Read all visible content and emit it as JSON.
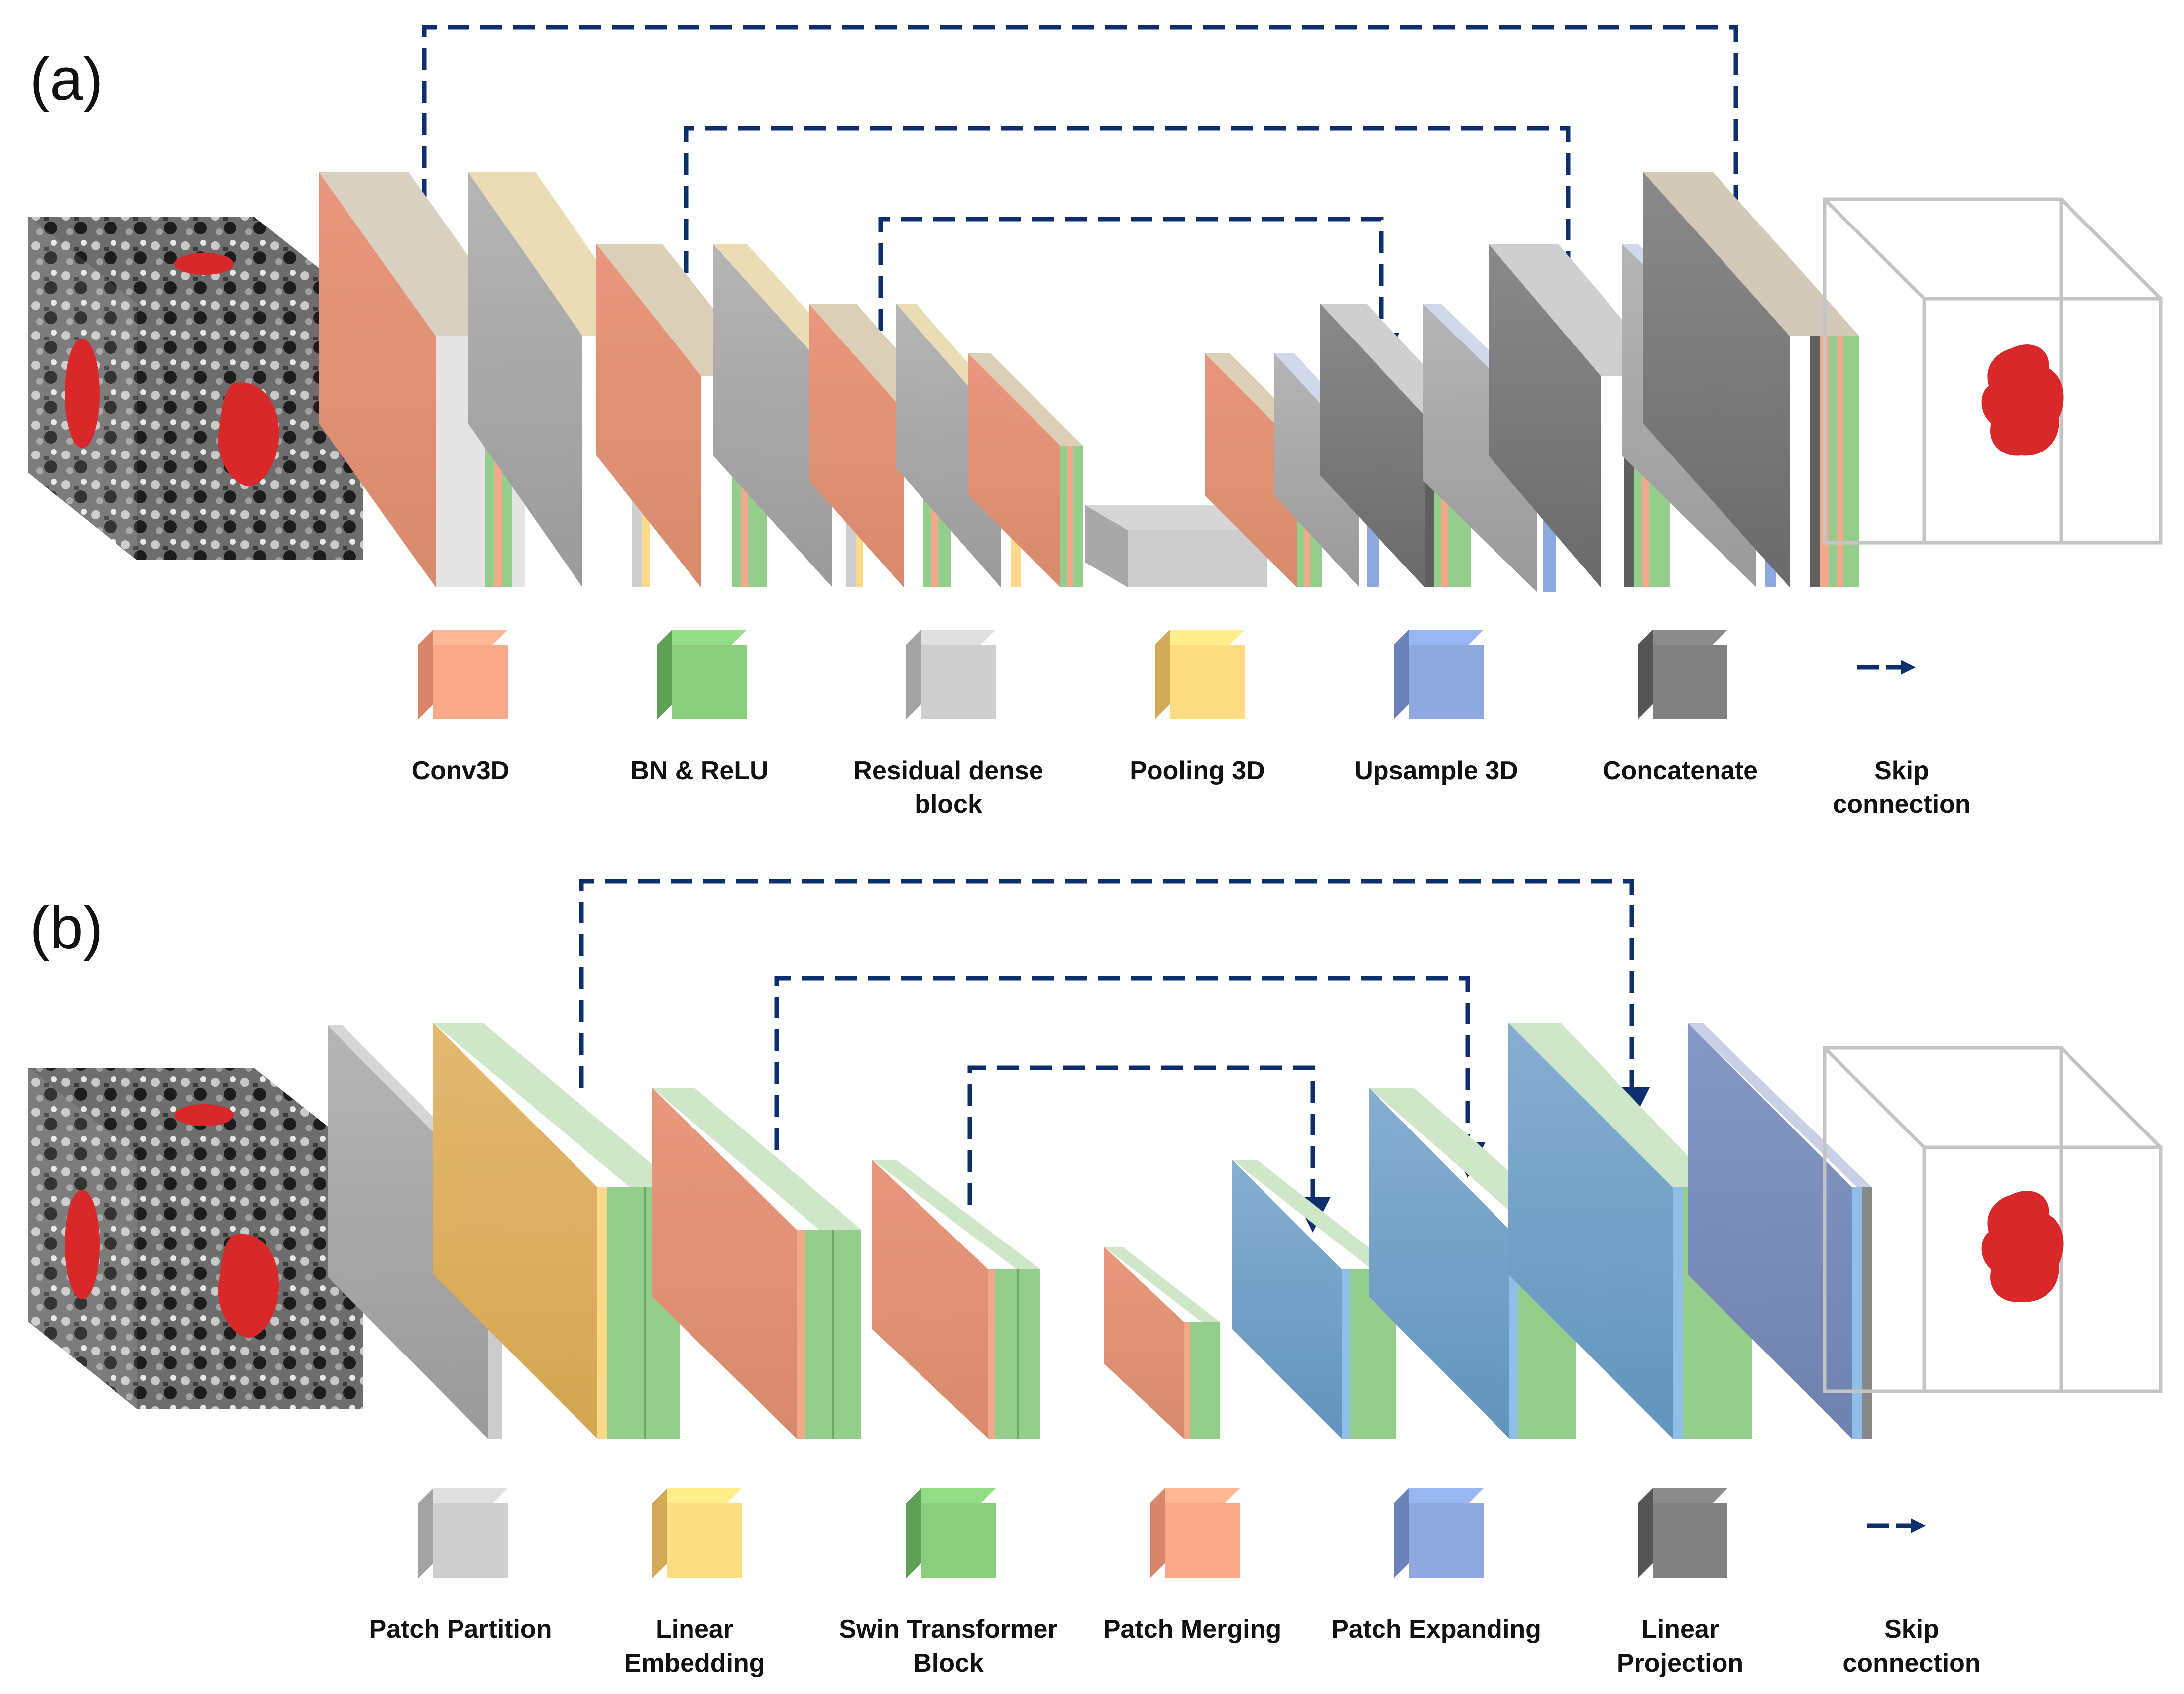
{
  "panels": [
    {
      "label": "(a)"
    },
    {
      "label": "(b)"
    }
  ],
  "colors": {
    "conv": "#e0937a",
    "bn": "#97cf8f",
    "gray": "#a9a9a9",
    "pool": "#fddc8a",
    "upsample": "#8ea8dc",
    "concat": "#7a7a7a",
    "patch_merging": "#e0937a",
    "linear_embedding": "#dcae5c",
    "patch_expanding": "#6e9ec8",
    "linear_projection": "#7a8fba",
    "skip": "#0d2f6e",
    "tumor": "#d8282a"
  },
  "legend_a": [
    {
      "name": "conv3d",
      "lines": [
        "Conv3D"
      ],
      "color": "#f9a98a",
      "side": "#d88569"
    },
    {
      "name": "bn-relu",
      "lines": [
        "BN & ReLU"
      ],
      "color": "#89cd7d",
      "side": "#5ea155"
    },
    {
      "name": "residual-dense-block",
      "lines": [
        "Residual dense",
        "block"
      ],
      "color": "#cfcfcf",
      "side": "#a3a3a3"
    },
    {
      "name": "pooling-3d",
      "lines": [
        "Pooling 3D"
      ],
      "color": "#fedc80",
      "side": "#d4aa58"
    },
    {
      "name": "upsample-3d",
      "lines": [
        "Upsample 3D"
      ],
      "color": "#8da9e0",
      "side": "#6a82b8"
    },
    {
      "name": "concatenate",
      "lines": [
        "Concatenate"
      ],
      "color": "#818181",
      "side": "#555555"
    },
    {
      "name": "skip-connection",
      "lines": [
        "Skip",
        "connection"
      ],
      "arrow": true
    }
  ],
  "legend_b": [
    {
      "name": "patch-partition",
      "lines": [
        "Patch Partition"
      ],
      "color": "#cfcfcf",
      "side": "#a3a3a3"
    },
    {
      "name": "linear-embedding",
      "lines": [
        "Linear",
        "Embedding"
      ],
      "color": "#fedc80",
      "side": "#d4aa58"
    },
    {
      "name": "swin-transformer-block",
      "lines": [
        "Swin Transformer",
        "Block"
      ],
      "color": "#89cd7d",
      "side": "#5ea155"
    },
    {
      "name": "patch-merging",
      "lines": [
        "Patch Merging"
      ],
      "color": "#f9a98a",
      "side": "#d88569"
    },
    {
      "name": "patch-expanding",
      "lines": [
        "Patch Expanding"
      ],
      "color": "#8da9e0",
      "side": "#6a82b8"
    },
    {
      "name": "linear-projection",
      "lines": [
        "Linear",
        "Projection"
      ],
      "color": "#818181",
      "side": "#555555"
    },
    {
      "name": "skip-connection",
      "lines": [
        "Skip",
        "connection"
      ],
      "arrow": true
    }
  ]
}
